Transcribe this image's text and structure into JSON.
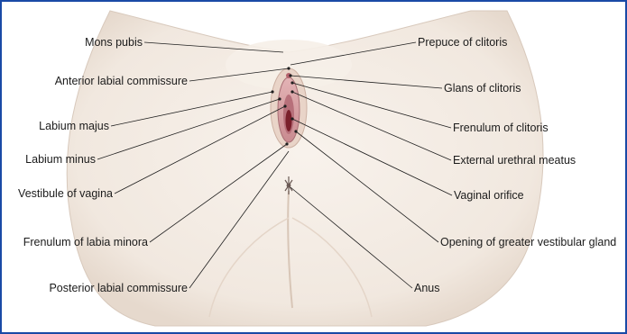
{
  "colors": {
    "border": "#1a4aa6",
    "skin": "#f4ede6",
    "skin_shadow": "#e2d6cb",
    "mucosa": "#d9a0a4",
    "mucosa_dark": "#7a1f2b",
    "leader": "#1f1f1f"
  },
  "labels": {
    "mons_pubis": "Mons pubis",
    "anterior_labial_commissure": "Anterior labial commissure",
    "labium_majus": "Labium majus",
    "labium_minus": "Labium minus",
    "vestibule_of_vagina": "Vestibule of vagina",
    "frenulum_of_labia_minora": "Frenulum of labia minora",
    "posterior_labial_commissure": "Posterior labial commissure",
    "prepuce_of_clitoris": "Prepuce of clitoris",
    "glans_of_clitoris": "Glans of clitoris",
    "frenulum_of_clitoris": "Frenulum of clitoris",
    "external_urethral_meatus": "External urethral meatus",
    "vaginal_orifice": "Vaginal orifice",
    "opening_of_greater_vestibular_gland": "Opening of greater vestibular gland",
    "anus": "Anus"
  }
}
